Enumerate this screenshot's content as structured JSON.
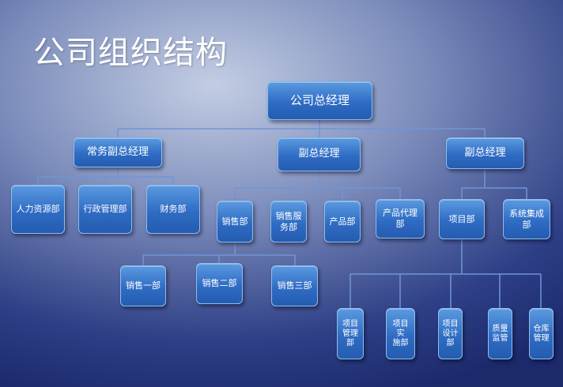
{
  "title": "公司组织结构",
  "org": {
    "ceo": "公司总经理",
    "vp_exec": "常务副总经理",
    "vp_2": "副总经理",
    "vp_3": "副总经理",
    "hr": "人力资源部",
    "admin": "行政管理部",
    "finance": "财务部",
    "sales": "销售部",
    "sales_service": "销售服\n务部",
    "product": "产品部",
    "product_agent": "产品代理部",
    "project": "项目部",
    "system_integration": "系统集成\n部",
    "sales_1": "销售一部",
    "sales_2": "销售二部",
    "sales_3": "销售三部",
    "project_mgmt": "项目\n管理\n部",
    "project_impl": "项目实\n施部",
    "project_design": "项目\n设计\n部",
    "quality": "质量\n监管",
    "warehouse": "仓库\n管理"
  }
}
